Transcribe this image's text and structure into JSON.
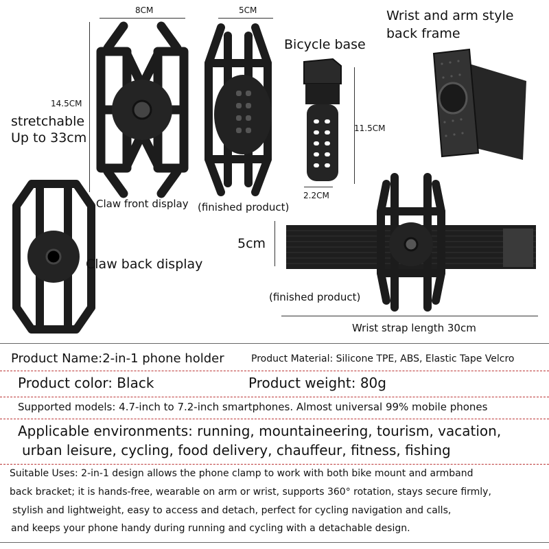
{
  "diagram": {
    "labels": {
      "width_8cm": "8CM",
      "width_5cm": "5CM",
      "height_145cm": "14.5CM",
      "stretchable_1": "stretchable",
      "stretchable_2": "Up to 33cm",
      "claw_front": "Claw front display",
      "finished_product_1": "(finished product)",
      "bicycle_base": "Bicycle base",
      "height_115cm": "11.5CM",
      "width_22cm": "2.2CM",
      "wrist_arm_1": "Wrist and arm style",
      "wrist_arm_2": "back frame",
      "claw_back": "Claw back display",
      "height_5cm": "5cm",
      "finished_product_2": "(finished product)",
      "strap_length": "Wrist strap length 30cm"
    }
  },
  "specs": {
    "product_name": "Product Name:2-in-1 phone holder",
    "material": "Product Material: Silicone TPE, ABS, Elastic Tape Velcro",
    "color": "Product color: Black",
    "weight": "Product weight: 80g",
    "supported_models": "Supported models: 4.7-inch to 7.2-inch smartphones. Almost universal 99% mobile phones",
    "environments_1": "Applicable environments: running, mountaineering, tourism, vacation,",
    "environments_2": "urban leisure, cycling, food delivery, chauffeur, fitness, fishing",
    "uses_1": "Suitable Uses: 2-in-1 design allows the phone clamp to work with both bike mount and armband",
    "uses_2": "back bracket; it is hands-free, wearable on arm or wrist, supports 360° rotation, stays secure firmly,",
    "uses_3": "stylish and lightweight, easy to access and detach, perfect for cycling navigation and calls,",
    "uses_4": "and keeps your phone handy during running and cycling with a detachable design."
  },
  "colors": {
    "product_black": "#1c1c1c",
    "divider_red": "#b33333"
  }
}
